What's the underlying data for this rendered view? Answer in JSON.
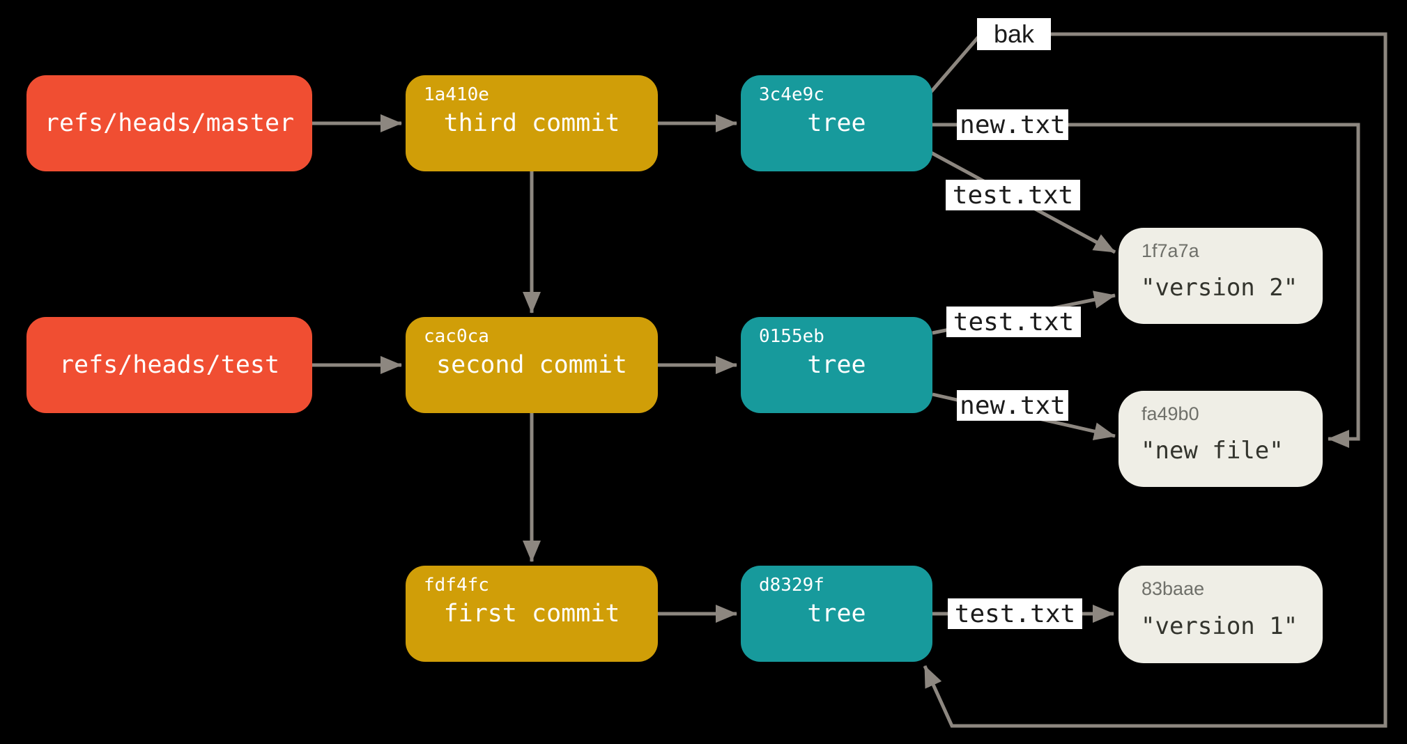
{
  "diagram_title": "git-objects-refs-trees-blobs",
  "colors": {
    "bg": "#000000",
    "ref": "#f04e32",
    "commit": "#d09e08",
    "tree": "#179a9c",
    "blob": "#efeee6",
    "arrow": "#8d8780",
    "hash_on_color": "#ffffff",
    "blob_hash": "#6f706a",
    "blob_text": "#33342d",
    "label_bg": "#ffffff",
    "label_text": "#1b1b1b"
  },
  "nodes": {
    "refs": [
      {
        "label": "refs/heads/master"
      },
      {
        "label": "refs/heads/test"
      }
    ],
    "commits": [
      {
        "hash": "1a410e",
        "label": "third commit"
      },
      {
        "hash": "cac0ca",
        "label": "second commit"
      },
      {
        "hash": "fdf4fc",
        "label": "first commit"
      }
    ],
    "trees": [
      {
        "hash": "3c4e9c",
        "label": "tree"
      },
      {
        "hash": "0155eb",
        "label": "tree"
      },
      {
        "hash": "d8329f",
        "label": "tree"
      }
    ],
    "blobs": [
      {
        "hash": "1f7a7a",
        "label": "\"version 2\""
      },
      {
        "hash": "fa49b0",
        "label": "\"new file\""
      },
      {
        "hash": "83baae",
        "label": "\"version 1\""
      }
    ]
  },
  "edges": {
    "links": [
      {
        "from": "refs/heads/master",
        "to": "1a410e",
        "label": ""
      },
      {
        "from": "refs/heads/test",
        "to": "cac0ca",
        "label": ""
      },
      {
        "from": "1a410e",
        "to": "cac0ca",
        "label": ""
      },
      {
        "from": "cac0ca",
        "to": "fdf4fc",
        "label": ""
      },
      {
        "from": "1a410e",
        "to": "3c4e9c",
        "label": ""
      },
      {
        "from": "cac0ca",
        "to": "0155eb",
        "label": ""
      },
      {
        "from": "fdf4fc",
        "to": "d8329f",
        "label": ""
      },
      {
        "from": "3c4e9c",
        "to": "d8329f",
        "label": "bak"
      },
      {
        "from": "3c4e9c",
        "to": "fa49b0",
        "label": "new.txt"
      },
      {
        "from": "3c4e9c",
        "to": "1f7a7a",
        "label": "test.txt"
      },
      {
        "from": "0155eb",
        "to": "1f7a7a",
        "label": "test.txt"
      },
      {
        "from": "0155eb",
        "to": "fa49b0",
        "label": "new.txt"
      },
      {
        "from": "d8329f",
        "to": "83baae",
        "label": "test.txt"
      }
    ]
  }
}
